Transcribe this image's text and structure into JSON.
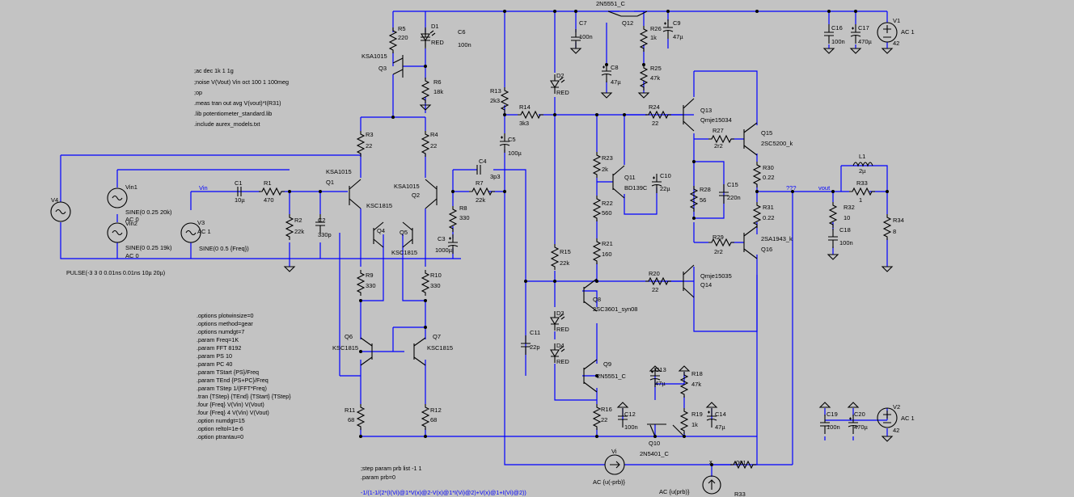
{
  "colors": {
    "background": "#c3c3c3",
    "wire": "#0000ff",
    "component": "#000000",
    "text": "#000000"
  },
  "directives_top": [
    ";ac dec 1k 1 1g",
    ";noise V(Vout) Vin oct 100 1 100meg",
    ";op",
    ".meas tran out avg V(vout)*I(R31)",
    ".lib potentiometer_standard.lib",
    ".include aurex_models.txt"
  ],
  "directives_bottom": [
    ".options plotwinsize=0",
    ".options method=gear",
    ".options numdgt=7",
    ".param Freq=1K",
    ".param FFT 8192",
    ".param PS 10",
    ".param PC 40",
    ".param TStart {PS}/Freq",
    ".param TEnd {PS+PC}/Freq",
    ".param TStep 1/(FFT*Freq)",
    ".tran {TStep} {TEnd} {TStart} {TStep}",
    ".four {Freq} V(Vin) V(Vout)",
    ".four {Freq} 4 V(Vin) V(Vout)",
    ".option numdgt=15",
    ".option reltol=1e-6",
    ".option ptrantau=0"
  ],
  "directives_step": [
    ";step param prb list -1 1",
    ".param prb=0"
  ],
  "formula": "-1/(1-1/(2*(I(Vi)@1*V(x)@2-V(x)@1*I(Vi)@2)+V(x)@1+I(Vi)@2))",
  "pulse": "PULSE(-3 3 0 0.01ns 0.01ns 10µ 20µ)",
  "nets": {
    "vin": "Vin",
    "vout": "vout",
    "unknown": "???",
    "x": "x"
  },
  "sources": {
    "v4": "V4",
    "vin1_name": "Vin1",
    "vin1_value": "SINE(0 0.25 20k)",
    "vin1_ac": "AC 0",
    "vin2_name": "Vin2",
    "vin2_value": "SINE(0 0.25 19k)",
    "vin2_ac": "AC 0",
    "v3_name": "V3",
    "v3_ac": "AC 1",
    "v3_value": "SINE(0 0.5 {Freq})",
    "v1_name": "V1",
    "v1_ac": "AC 1",
    "v1_value": "42",
    "v2_name": "V2",
    "v2_ac": "AC 1",
    "v2_value": "42",
    "vi_name": "Vi",
    "vi_ac": "AC {u(-prb)}",
    "i_ac": "AC {u(prb)}",
    "r33b_name": "R33",
    "r_milli": ".001"
  },
  "resistors": {
    "r1": [
      "R1",
      "470"
    ],
    "r2": [
      "R2",
      "22k"
    ],
    "r3": [
      "R3",
      "22"
    ],
    "r4": [
      "R4",
      "22"
    ],
    "r5": [
      "R5",
      "220"
    ],
    "r6": [
      "R6",
      "18k"
    ],
    "r7": [
      "R7",
      "22k"
    ],
    "r8": [
      "R8",
      "330"
    ],
    "r9": [
      "R9",
      "330"
    ],
    "r10": [
      "R10",
      "330"
    ],
    "r11": [
      "R11",
      "68"
    ],
    "r12": [
      "R12",
      "68"
    ],
    "r13": [
      "R13",
      "2k3"
    ],
    "r14": [
      "R14",
      "3k3"
    ],
    "r15": [
      "R15",
      "22k"
    ],
    "r16": [
      "R16",
      "22"
    ],
    "r18": [
      "R18",
      "47k"
    ],
    "r19": [
      "R19",
      "1k"
    ],
    "r20": [
      "R20",
      "22"
    ],
    "r21": [
      "R21",
      "160"
    ],
    "r22": [
      "R22",
      "560"
    ],
    "r23": [
      "R23",
      "2k"
    ],
    "r24": [
      "R24",
      "22"
    ],
    "r25": [
      "R25",
      "47k"
    ],
    "r26": [
      "R26",
      "1k"
    ],
    "r27": [
      "R27",
      "2r2"
    ],
    "r28": [
      "R28",
      "56"
    ],
    "r29": [
      "R29",
      "2r2"
    ],
    "r30": [
      "R30",
      "0.22"
    ],
    "r31": [
      "R31",
      "0.22"
    ],
    "r32": [
      "R32",
      "10"
    ],
    "r33": [
      "R33",
      "1"
    ],
    "r34": [
      "R34",
      "8"
    ]
  },
  "capacitors": {
    "c1": [
      "C1",
      "10µ"
    ],
    "c2": [
      "C2",
      "330p"
    ],
    "c3": [
      "C3",
      "1000µ"
    ],
    "c4": [
      "C4",
      "3p3"
    ],
    "c5": [
      "C5",
      "100µ"
    ],
    "c6": [
      "C6",
      "100n"
    ],
    "c7": [
      "C7",
      "100n"
    ],
    "c8": [
      "C8",
      "47µ"
    ],
    "c9": [
      "C9",
      "47µ"
    ],
    "c10": [
      "C10",
      "22µ"
    ],
    "c11": [
      "C11",
      "22p"
    ],
    "c12": [
      "C12",
      "100n"
    ],
    "c13": [
      "C13",
      "47µ"
    ],
    "c14": [
      "C14",
      "47µ"
    ],
    "c15": [
      "C15",
      "220n"
    ],
    "c16": [
      "C16",
      "100n"
    ],
    "c17": [
      "C17",
      "470µ"
    ],
    "c18": [
      "C18",
      "100n"
    ],
    "c19": [
      "C19",
      "100n"
    ],
    "c20": [
      "C20",
      "470µ"
    ]
  },
  "inductors": {
    "l1": [
      "L1",
      "2µ"
    ]
  },
  "diodes": {
    "d1": [
      "D1",
      "RED"
    ],
    "d2": [
      "D2",
      "RED"
    ],
    "d3": [
      "D3",
      "RED"
    ],
    "d4": [
      "D4",
      "RED"
    ]
  },
  "transistors": {
    "q1": [
      "Q1",
      "KSA1015"
    ],
    "q2": [
      "Q2",
      "KSA1015"
    ],
    "q3": [
      "Q3",
      "KSA1015"
    ],
    "q4": [
      "Q4",
      "KSC1815"
    ],
    "q5": [
      "Q5",
      "KSC1815"
    ],
    "q6": [
      "Q6",
      "KSC1815"
    ],
    "q7": [
      "Q7",
      "KSC1815"
    ],
    "q8": [
      "Q8",
      "2SC3601_syn08"
    ],
    "q9": [
      "Q9",
      "2N5551_C"
    ],
    "q10": [
      "Q10",
      "2N5401_C"
    ],
    "q11": [
      "Q11",
      "BD139C"
    ],
    "q12": [
      "Q12",
      "2N5551_C"
    ],
    "q13": [
      "Q13",
      "Qmje15034"
    ],
    "q14": [
      "Q14",
      "Qmje15035"
    ],
    "q15": [
      "Q15",
      "2SC5200_k"
    ],
    "q16": [
      "Q16",
      "2SA1943_k"
    ]
  }
}
